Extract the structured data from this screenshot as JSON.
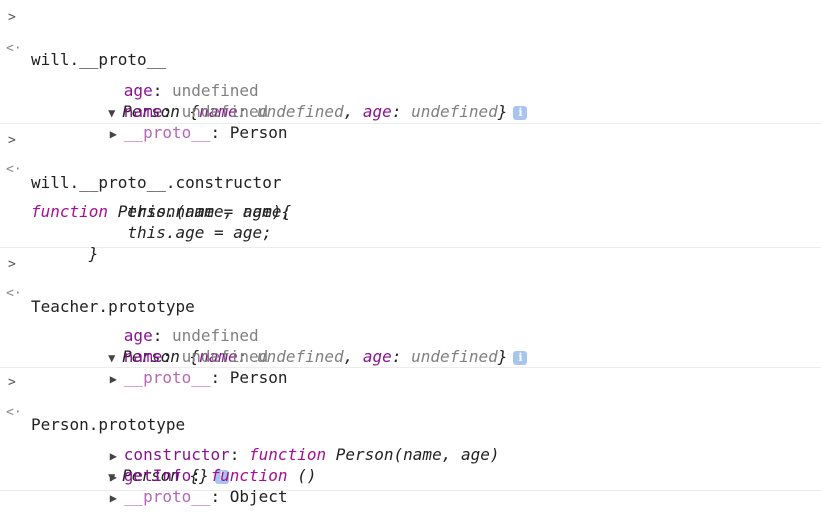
{
  "colors": {
    "key": "#881391",
    "undefined": "#808080",
    "keyword": "#aa0d91",
    "proto": "#b667b5",
    "info_badge": "#a8c5f0",
    "divider": "#ececec"
  },
  "icons": {
    "prompt": "chevron-right-icon",
    "result": "return-arrow-icon",
    "expanded": "triangle-down-icon",
    "collapsed": "triangle-right-icon",
    "info": "info-icon"
  },
  "entries": [
    {
      "command": "will.__proto__",
      "result": {
        "name": "Person",
        "open": "{",
        "close": "}",
        "preview": [
          {
            "key": "name",
            "sep": ": ",
            "value": "undefined"
          },
          {
            "key": "age",
            "sep": ": ",
            "value": "undefined"
          }
        ],
        "preview_comma": ", ",
        "info": "i",
        "props": [
          {
            "key": "age",
            "sep": ": ",
            "value": "undefined"
          },
          {
            "key": "name",
            "sep": ": ",
            "value": "undefined"
          }
        ],
        "proto": {
          "key": "__proto__",
          "sep": ": ",
          "value": "Person"
        }
      }
    },
    {
      "command": "will.__proto__.constructor",
      "result": {
        "lines": [
          {
            "kw": "function ",
            "text": "Person(name, age){"
          },
          {
            "kw": "",
            "text": "    this.name = name;"
          },
          {
            "kw": "",
            "text": "    this.age = age;"
          },
          {
            "kw": "",
            "text": "}"
          }
        ]
      }
    },
    {
      "command": "Teacher.prototype",
      "result": {
        "name": "Person",
        "open": "{",
        "close": "}",
        "preview": [
          {
            "key": "name",
            "sep": ": ",
            "value": "undefined"
          },
          {
            "key": "age",
            "sep": ": ",
            "value": "undefined"
          }
        ],
        "preview_comma": ", ",
        "info": "i",
        "props": [
          {
            "key": "age",
            "sep": ": ",
            "value": "undefined"
          },
          {
            "key": "name",
            "sep": ": ",
            "value": "undefined"
          }
        ],
        "proto": {
          "key": "__proto__",
          "sep": ": ",
          "value": "Person"
        }
      }
    },
    {
      "command": "Person.prototype",
      "result": {
        "name": "Person",
        "empty": "{}",
        "info": "i",
        "props": [
          {
            "key": "constructor",
            "sep": ": ",
            "kw": "function ",
            "value": "Person(name, age)"
          },
          {
            "key": "getInfo",
            "sep": ": ",
            "kw": "function ",
            "value": "()"
          },
          {
            "key": "__proto__",
            "sep": ": ",
            "kw": "",
            "value": "Object"
          }
        ]
      }
    }
  ]
}
